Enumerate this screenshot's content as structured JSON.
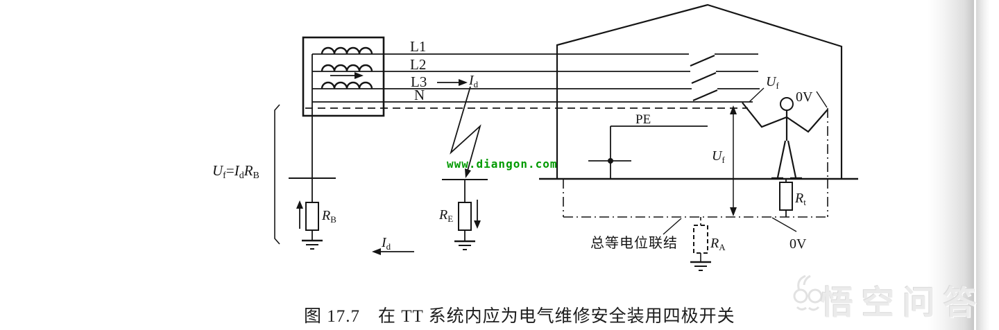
{
  "figure": {
    "caption": "图 17.7　在 TT 系统内应为电气维修安全装用四极开关",
    "site_watermark": "www.diangon.com",
    "brand_watermark": "悟空问答"
  },
  "labels": {
    "line1": "L1",
    "line2": "L2",
    "line3": "L3",
    "neutral": "N",
    "pe": "PE",
    "zero_volt": "0V",
    "bonding": "总等电位联结",
    "fault_current": {
      "base": "I",
      "sub": "d"
    },
    "touch_voltage": {
      "base": "U",
      "sub": "f"
    },
    "formula": {
      "u": "U",
      "u_sub": "f",
      "eq": "=",
      "i": "I",
      "i_sub": "d",
      "r": "R",
      "r_sub": "B"
    },
    "r_b": {
      "base": "R",
      "sub": "B"
    },
    "r_e": {
      "base": "R",
      "sub": "E"
    },
    "r_t": {
      "base": "R",
      "sub": "t"
    },
    "r_a": {
      "base": "R",
      "sub": "A"
    }
  },
  "colors": {
    "ink": "#151515",
    "site_watermark_green": "#009a00",
    "brand_watermark_gray": "#ebebeb",
    "page_edge_gray": "#c6c6c6",
    "background": "#ffffff"
  }
}
